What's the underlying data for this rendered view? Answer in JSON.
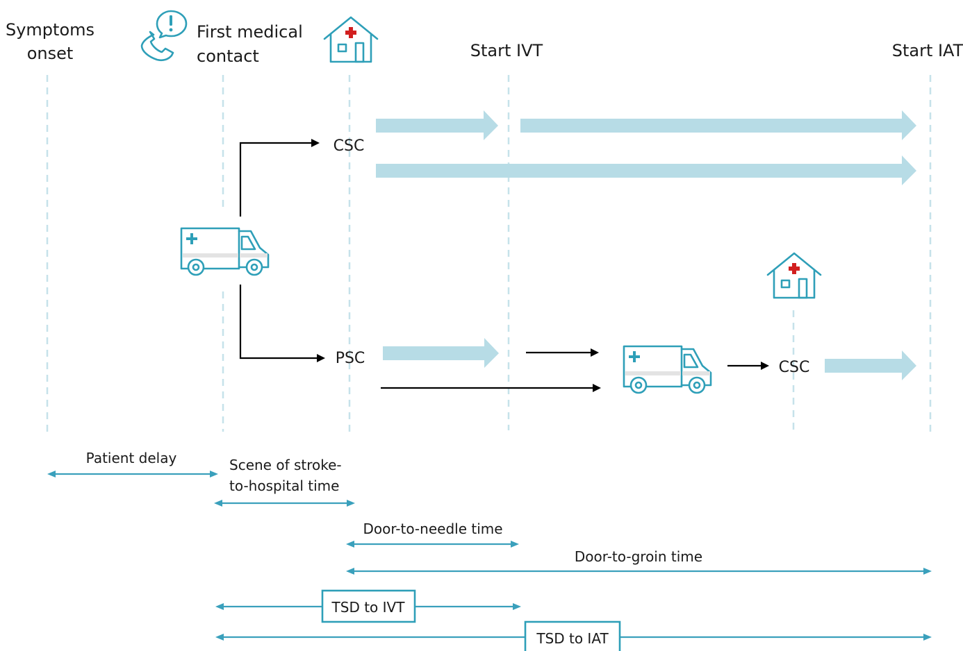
{
  "milestones": {
    "symptoms_onset": [
      "Symptoms",
      "onset"
    ],
    "first_medical_contact": [
      "First medical",
      "contact"
    ],
    "start_ivt": "Start IVT",
    "start_iat": "Start IAT"
  },
  "facilities": {
    "csc_top": "CSC",
    "psc": "PSC",
    "csc_bottom": "CSC"
  },
  "intervals": {
    "patient_delay": "Patient delay",
    "scene_to_hospital": [
      "Scene of stroke-",
      "to-hospital time"
    ],
    "door_to_needle": "Door-to-needle time",
    "door_to_groin": "Door-to-groin time",
    "tsd_to_ivt": "TSD to IVT",
    "tsd_to_iat": "TSD to IAT"
  },
  "icons": [
    "phone-alert-icon",
    "hospital-icon",
    "ambulance-icon"
  ],
  "colors": {
    "accent": "#2e9fb8",
    "pathway_arrow": "#b7dce6",
    "guide_line": "#c6e2ea",
    "cross": "#d21f1f"
  }
}
